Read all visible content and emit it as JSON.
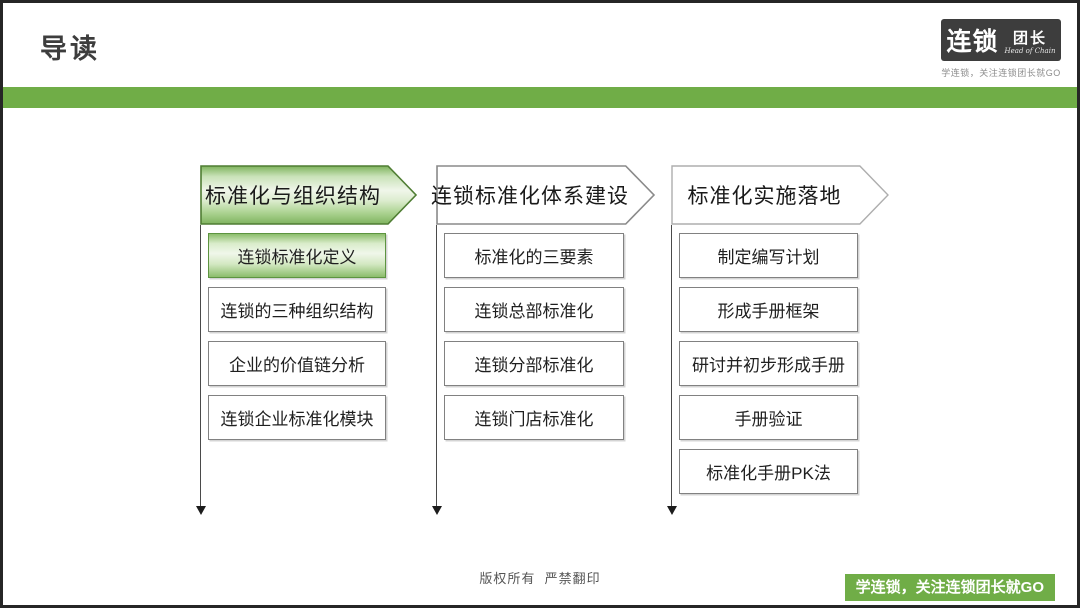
{
  "header": {
    "title": "导读"
  },
  "logo": {
    "primary": "连锁",
    "secondary": "团长",
    "subtitle": "Head of Chain",
    "tagline": "学连锁，关注连锁团长就GO"
  },
  "colors": {
    "accent_green": "#70ad47",
    "green_arrow_border": "#4f7d33",
    "box_border": "#818181",
    "slide_border": "#262626"
  },
  "columns": [
    {
      "header": "标准化与组织结构",
      "style": "green",
      "highlighted_item": "连锁标准化定义",
      "items": [
        "连锁标准化定义",
        "连锁的三种组织结构",
        "企业的价值链分析",
        "连锁企业标准化模块"
      ]
    },
    {
      "header": "连锁标准化体系建设",
      "style": "white",
      "items": [
        "标准化的三要素",
        "连锁总部标准化",
        "连锁分部标准化",
        "连锁门店标准化"
      ]
    },
    {
      "header": "标准化实施落地",
      "style": "white",
      "items": [
        "制定编写计划",
        "形成手册框架",
        "研讨并初步形成手册",
        "手册验证",
        "标准化手册PK法"
      ]
    }
  ],
  "footer": {
    "copyright": "版权所有  严禁翻印",
    "badge": "学连锁，关注连锁团长就GO"
  }
}
